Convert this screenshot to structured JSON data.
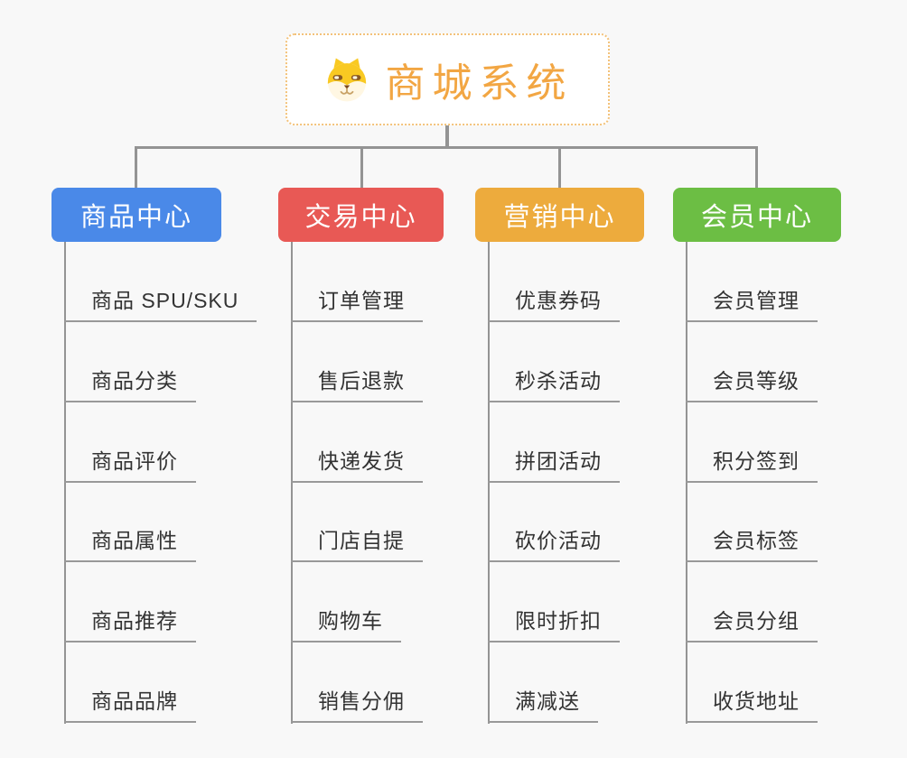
{
  "root": {
    "title": "商城系统",
    "icon": "shiba-dog-icon"
  },
  "branches": [
    {
      "label": "商品中心",
      "color": "#4A89E8",
      "children": [
        "商品 SPU/SKU",
        "商品分类",
        "商品评价",
        "商品属性",
        "商品推荐",
        "商品品牌"
      ]
    },
    {
      "label": "交易中心",
      "color": "#E85955",
      "children": [
        "订单管理",
        "售后退款",
        "快递发货",
        "门店自提",
        "购物车",
        "销售分佣"
      ]
    },
    {
      "label": "营销中心",
      "color": "#EDAB3D",
      "children": [
        "优惠券码",
        "秒杀活动",
        "拼团活动",
        "砍价活动",
        "限时折扣",
        "满减送"
      ]
    },
    {
      "label": "会员中心",
      "color": "#6CBE44",
      "children": [
        "会员管理",
        "会员等级",
        "积分签到",
        "会员标签",
        "会员分组",
        "收货地址"
      ]
    }
  ],
  "colors": {
    "background": "#f8f8f8",
    "connector": "#949494",
    "leaf_underline": "#999999",
    "leaf_text": "#333333",
    "root_border": "#F3C27A",
    "root_title": "#F2A643"
  }
}
